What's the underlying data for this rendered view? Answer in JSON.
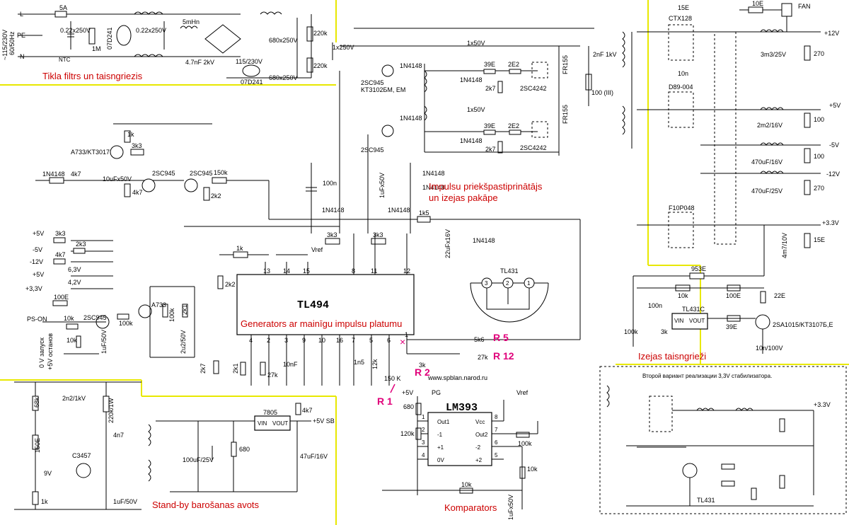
{
  "sections": {
    "mains_filter": "Tikla filtrs un taisngriezis",
    "predriver": "Impulsu priekšpastiprinātājs",
    "predriver2": "un izejas pakāpe",
    "pwm": "Generators ar mainīgu impulsu platumu",
    "standby": "Stand-by barošanas avots",
    "comparator": "Komparators",
    "rectifiers": "Izejas taisngrieži"
  },
  "ics": {
    "tl494": "TL494",
    "lm393": "LM393",
    "tl431": "TL431",
    "vreg_7805": "7805",
    "tl431c": "TL431C",
    "tl431_bottom": "TL431"
  },
  "markers": {
    "r5": "R 5",
    "r12": "R 12",
    "r2": "R 2",
    "r1": "R 1"
  },
  "website": "www.spblan.narod.ru",
  "alt_note": "Второй вариант реализации 3,3V стабилизатора.",
  "mains": {
    "line": "L",
    "pe": "PE",
    "neutral": "N",
    "voltage": "~115/230V",
    "freq": "60/50Hz",
    "ntc": "NTC"
  },
  "outputs": {
    "p12": "+12V",
    "p5": "+5V",
    "m5": "-5V",
    "m12": "-12V",
    "p33": "+3.3V",
    "p33_alt": "+3.3V",
    "p5sb": "+5V SB",
    "fan": "FAN"
  },
  "inputs": {
    "p5a": "+5V",
    "m5": "-5V",
    "m12": "-12V",
    "p5b": "+5V",
    "p33": "+3,3V",
    "ps_on": "PS-ON",
    "vref_a": "Vref",
    "vref_b": "Vref",
    "pg": "PG",
    "p5c": "+5V"
  },
  "vertical_notes": {
    "start": "0 V запуск",
    "stop": "+5V останов"
  },
  "diodes": {
    "ctx128": "CTX128",
    "d89": "D89-004",
    "f10p048": "F10P048"
  },
  "components": {
    "fuse": "5A",
    "c1": "0.22x250V",
    "c2": "0.22x250V",
    "r1m": "1M",
    "varistor1": "07D241",
    "varistor2": "07D241",
    "choke": "5mHn",
    "c_y": "4.7nF 2kV",
    "sw": "115/230V",
    "c_bulk1": "680x250V",
    "c_bulk2": "680x250V",
    "r220a": "220k",
    "r220b": "220k",
    "c_1x250": "1x250V",
    "tr_drv1": "2SC945",
    "tr_drv_note": "KT3102БМ, ЕМ",
    "d_1n4148a": "1N4148",
    "c_1x50a": "1x50V",
    "r39a": "39E",
    "r2e2a": "2E2",
    "d_1n4148b": "1N4148",
    "r2k7a": "2k7",
    "q_2sc4242a": "2SC4242",
    "fr155a": "FR155",
    "c_2nf": "2nF 1kV",
    "r100": "100 (III)",
    "fr155b": "FR155",
    "d_1n4148c": "1N4148",
    "c_1x50b": "1x50V",
    "r39b": "39E",
    "r2e2b": "2E2",
    "d_1n4148d": "1N4148",
    "r2k7b": "2k7",
    "q_2sc4242b": "2SC4242",
    "tr_drv2": "2SC945",
    "c_1u50a": "1uFx50V",
    "d_1n4148e": "1N4148",
    "d_1n4148f": "1N4148",
    "r1k_top": "1k",
    "q_a733": "A733/KT3017",
    "r3k3_top": "3k3",
    "d_1n4148g": "1N4148",
    "r4k7a": "4k7",
    "c_10u": "10uFx50V",
    "q_2sc945c": "2SC945",
    "r4k7b": "4k7",
    "q_2sc945d": "2SC945",
    "r150k": "150k",
    "r2k2a": "2k2",
    "c_100n": "100n",
    "d_1n4148h": "1N4148",
    "d_1n4148i": "1N4148",
    "r1k5": "1k5",
    "c_22u": "22uFx16V",
    "d_1n4148j": "1N4148",
    "r3k3a": "3k3",
    "r3k3b": "3k3",
    "r3k3c": "3k3",
    "r2k3": "2k3",
    "r4k7c": "4k7",
    "z6v3": "6,3V",
    "z4v2": "4,2V",
    "r100e_a": "100E",
    "r1k_b": "1k",
    "r2k2b": "2k2",
    "q_2sc945e": "2SC945",
    "r10k_a": "10k",
    "r10k_b": "10k",
    "c_1u50b": "1uF/50V",
    "r100k_a": "100k",
    "q_a733b": "A733",
    "r100k_b": "100k",
    "r2k1a": "2k1",
    "c_2u2": "2u2/50V",
    "r2k7c": "2k7",
    "r2k1b": "2k1",
    "r27k_a": "27k",
    "c_10nf": "10nF",
    "c_1n5": "1n5",
    "r12k": "12k",
    "r150k_b": "150 K",
    "r3k": "3k",
    "r5k6": "5k6",
    "r27k_b": "27k",
    "r68k": "68k",
    "c_2n2": "2n2/1kV",
    "r220k": "220k/1W",
    "r150e": "150E",
    "c_4n7": "4n7",
    "q_c3457": "C3457",
    "z9v": "9V",
    "r1k_sb": "1k",
    "c_1u50c": "1uF/50V",
    "c_100u": "100uF/25V",
    "r680": "680",
    "r4k7d": "4k7",
    "c_47u": "47uF/16V",
    "r680_b": "680",
    "r120k": "120k",
    "r100k_c": "100k",
    "r10k_c": "10k",
    "r10k_d": "10k",
    "c_1u50d": "1uFx50V",
    "r15e_a": "15E",
    "r10e": "10E",
    "c_10n": "10n",
    "c_3m3": "3m3/25V",
    "r270a": "270",
    "c_2m2": "2m2/16V",
    "r100a": "100",
    "c_470a": "470uF/16V",
    "r100b": "100",
    "c_470b": "470uF/25V",
    "r270b": "270",
    "c_4m7": "4m7/10V",
    "r15e_b": "15E",
    "r953": "953E",
    "r10k_e": "10k",
    "r100e_b": "100E",
    "r22e": "22E",
    "c_100n_b": "100n",
    "r100k_d": "100k",
    "r3k_b": "3k",
    "r39e": "39E",
    "q_2sa1015": "2SA1015/KT3107Б,Е",
    "c_10n100": "10n/100V"
  },
  "pins": {
    "tl494": [
      "13",
      "14",
      "15",
      "8",
      "11",
      "12",
      "4",
      "2",
      "3",
      "9",
      "10",
      "16",
      "7",
      "5",
      "6",
      "1"
    ],
    "lm393_left": [
      "1",
      "2",
      "3",
      "4"
    ],
    "lm393_right": [
      "8",
      "7",
      "6",
      "5"
    ],
    "lm393_l_names": [
      "Out1",
      "-1",
      "+1",
      "0V"
    ],
    "lm393_r_names": [
      "Vcc",
      "Out2",
      "-2",
      "+2"
    ],
    "vreg": [
      "VIN",
      "VOUT"
    ],
    "tl431c": [
      "VIN",
      "VOUT"
    ],
    "tl431_pins": [
      "3",
      "2",
      "1"
    ]
  }
}
